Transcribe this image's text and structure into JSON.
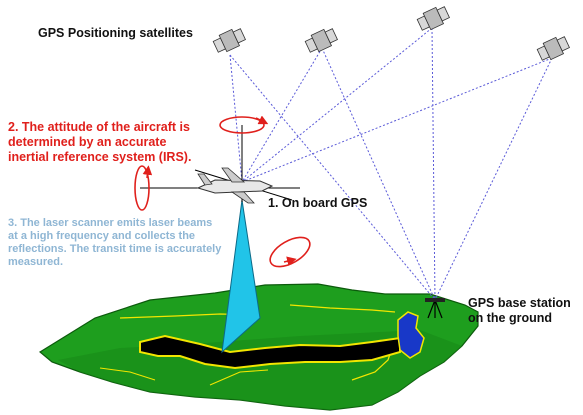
{
  "labels": {
    "satellites": "GPS Positioning satellites",
    "attitude": [
      "2.  The attitude of the aircraft is",
      "determined by an accurate",
      "inertial reference system (IRS)."
    ],
    "onboard_gps": "1.  On board GPS",
    "laser": [
      "3.  The laser scanner emits laser beams",
      "at a high frequency and collects the",
      "reflections.  The transit time is accurately",
      "measured."
    ],
    "base_station": [
      "GPS base station",
      "on the ground"
    ]
  },
  "colors": {
    "satellite_lines": "#5a5ad8",
    "attitude_text": "#e0201c",
    "laser_text": "#8fb6d4",
    "terrain": "#1e9e1e",
    "terrain_dark": "#126e12",
    "river": "#000000",
    "river_edge": "#f2e600",
    "laser_beam": "#21c4e8",
    "lake": "#1838c8"
  },
  "icons": [
    "satellite-icon",
    "aircraft-icon",
    "gps-antenna-icon",
    "rotation-arrow-icon"
  ]
}
